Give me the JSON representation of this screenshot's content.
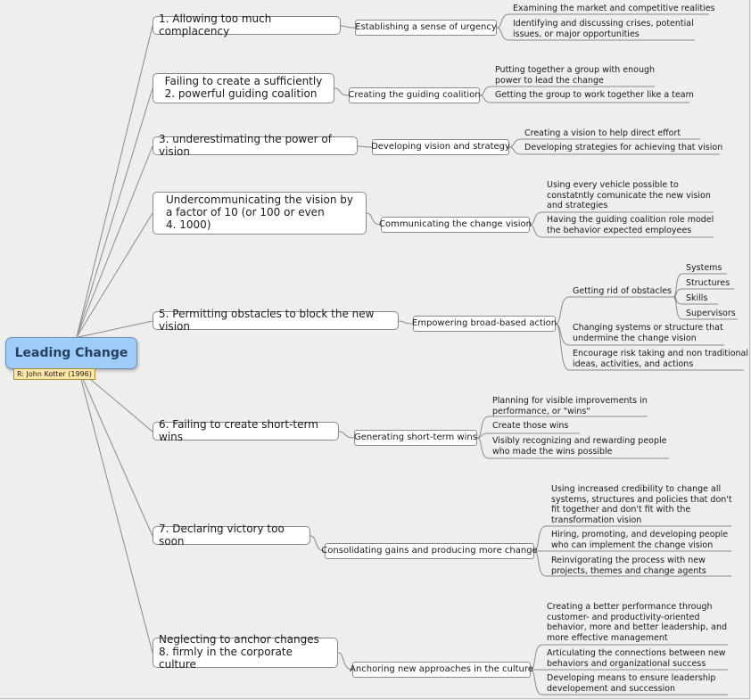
{
  "central": {
    "title": "Leading Change",
    "reference": "R: John Kotter (1996)"
  },
  "branches": [
    {
      "main": "1. Allowing too much complacency",
      "mid": "Establishing a sense of urgency",
      "leaves": [
        "Examining the market and competitive realities",
        "Identifying and discussing crises, potential\nissues, or major opportunities"
      ]
    },
    {
      "main": "Failing to create a sufficiently\n2. powerful guiding coalition",
      "mid": "Creating the guiding coalition",
      "leaves": [
        "Putting together a group with enough\npower to lead the change",
        "Getting the group to work together like a team"
      ]
    },
    {
      "main": "3. underestimating the power of vision",
      "mid": "Developing vision and strategy",
      "leaves": [
        "Creating a vision to help direct effort",
        "Developing strategies for achieving that vision"
      ]
    },
    {
      "main": "Undercommunicating the vision by\na factor of 10 (or 100 or even\n4. 1000)",
      "mid": "Communicating the change vision",
      "leaves": [
        "Using every vehicle possible to\nconstatntly comunicate the new vision\nand strategies",
        "Having the guiding coalition role model\nthe behavior expected employees"
      ]
    },
    {
      "main": "5. Permitting obstacles to block the new vision",
      "mid": "Empowering broad-based action",
      "leaves": [
        "Getting rid of obstacles",
        "Changing systems or structure that\nundermine the change vision",
        "Encourage risk taking and non traditional\nideas, activities, and actions"
      ],
      "subleaves": [
        "Systems",
        "Structures",
        "Skills",
        "Supervisors"
      ]
    },
    {
      "main": "6. Failing to create short-term wins",
      "mid": "Generating short-term wins",
      "leaves": [
        "Planning for visible improvements in\nperformance, or \"wins\"",
        "Create those wins",
        "Visibly recognizing and rewarding people\nwho made the wins possible"
      ]
    },
    {
      "main": "7. Declaring victory too soon",
      "mid": "Consolidating gains and producing more change",
      "leaves": [
        "Using increased credibility to change all\nsystems, structures and policies that don't\nfit together and don't fit with the\ntransformation vision",
        "Hiring, promoting, and developing people\nwho can implement the change vision",
        "Reinvigorating the process with new\nprojects, themes and change agents"
      ]
    },
    {
      "main": "Neglecting to anchor changes\n8. firmly in the corporate culture",
      "mid": "Anchoring new approaches in the culture",
      "leaves": [
        "Creating a better performance through\ncustomer- and productivity-oriented\nbehavior, more and better leadership, and\nmore effective management",
        "Articulating the connections between new\nbehaviors and organizational success",
        "Developing means to ensure leadership\ndevelopement and succession"
      ]
    }
  ]
}
